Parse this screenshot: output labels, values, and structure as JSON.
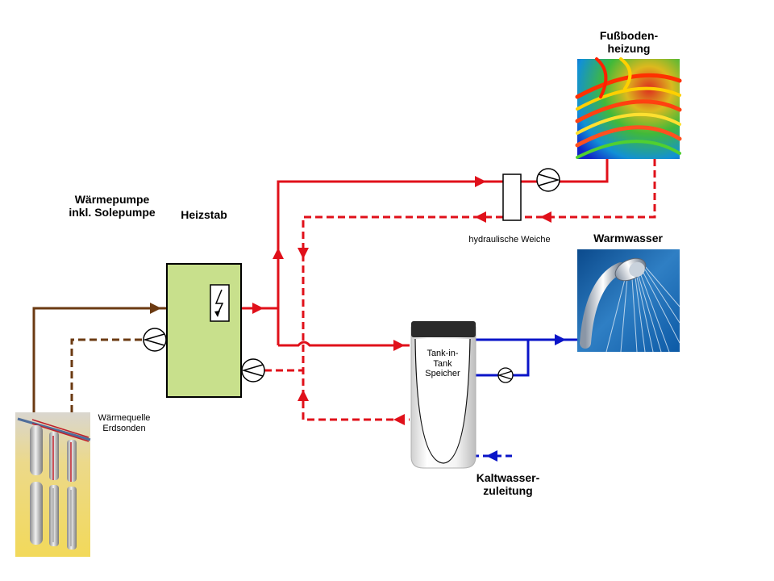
{
  "labels": {
    "waermepumpe": "Wärmepumpe\ninkl. Solepumpe",
    "heizstab": "Heizstab",
    "fussboden": "Fußboden-\nheizung",
    "warmwasser": "Warmwasser",
    "weiche": "hydraulische Weiche",
    "tank": "Tank-in-\nTank\nSpeicher",
    "quelle": "Wärmequelle\nErdsonden",
    "kaltwasser": "Kaltwasser-\nzuleitung"
  },
  "colors": {
    "supply": "#e0101a",
    "return_dashed": "#e0101a",
    "brine": "#6b3a12",
    "cold_water": "#0a14c8",
    "hot_water": "#1a20c0",
    "heat_pump_box": "#c8e08c"
  },
  "icons": {
    "pump": "circle-pump-icon",
    "heating_element": "lightning-icon",
    "floor_heating": "floor-heating-thermal-image",
    "shower": "shower-head-image",
    "borehole": "ground-probe-image"
  }
}
